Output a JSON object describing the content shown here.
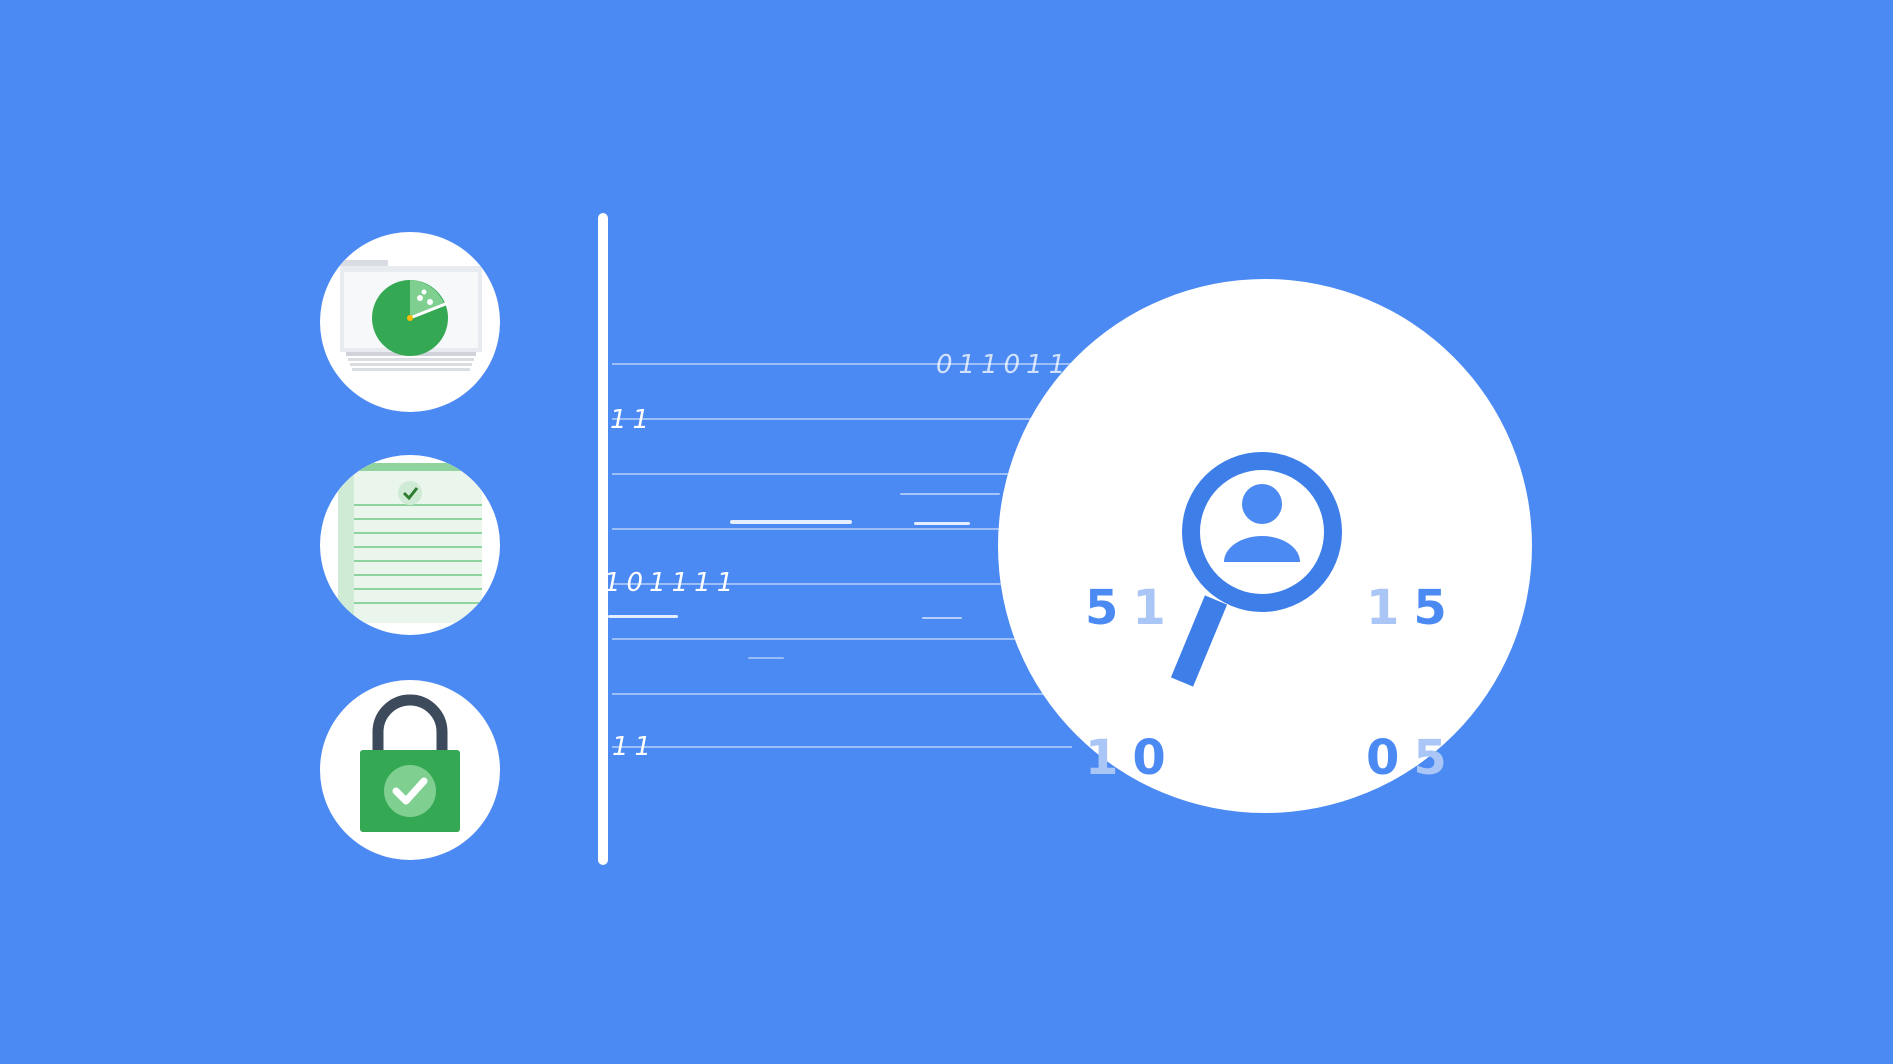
{
  "data_streams": {
    "row1": "011011",
    "row2": "11",
    "row3": "101111",
    "row4": "11"
  },
  "magnifier_digits": {
    "left_top": [
      "5",
      "1"
    ],
    "left_bottom": [
      "1",
      "0"
    ],
    "right_top": [
      "1",
      "5"
    ],
    "right_bottom": [
      "0",
      "5"
    ]
  },
  "icons": [
    "folder-pie-chart-icon",
    "spreadsheet-check-icon",
    "padlock-check-icon",
    "person-magnifier-icon"
  ],
  "colors": {
    "background": "#4c8af3",
    "accent_blue": "#3e7ee8",
    "light_blue": "#a9c6f7",
    "green": "#34a853",
    "lock_shackle": "#3c4a5c"
  }
}
